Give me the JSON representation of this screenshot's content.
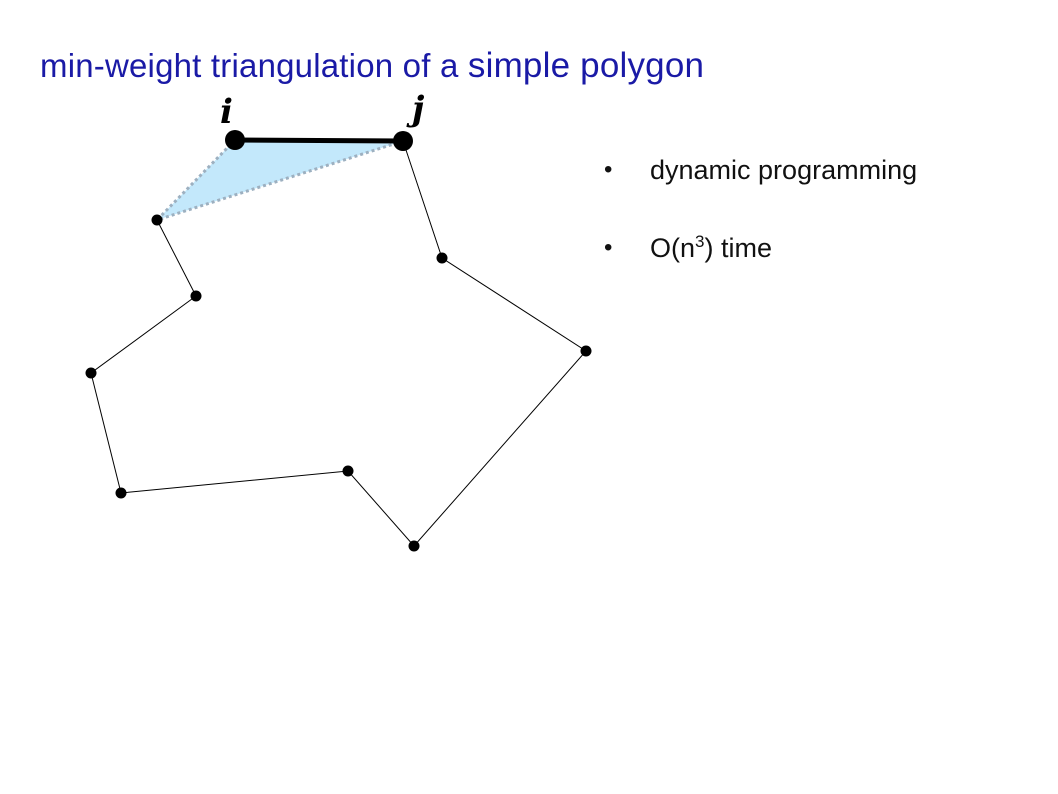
{
  "slide": {
    "title_part1": "min-weight triangulation of a ",
    "title_part2": "simple polygon"
  },
  "figure": {
    "label_i": "i",
    "label_j": "j",
    "colors": {
      "triangle_fill": "#c3e8fb",
      "dashed_edge": "#9db0c0",
      "polygon_edge": "#000000",
      "highlight_edge": "#000000"
    }
  },
  "bullets": {
    "item1": {
      "text": "dynamic programming"
    },
    "item2": {
      "text_before": "O(n",
      "superscript": "3",
      "text_after": ") time"
    }
  },
  "colors": {
    "title": "#1a1aa6",
    "text": "#111111"
  }
}
